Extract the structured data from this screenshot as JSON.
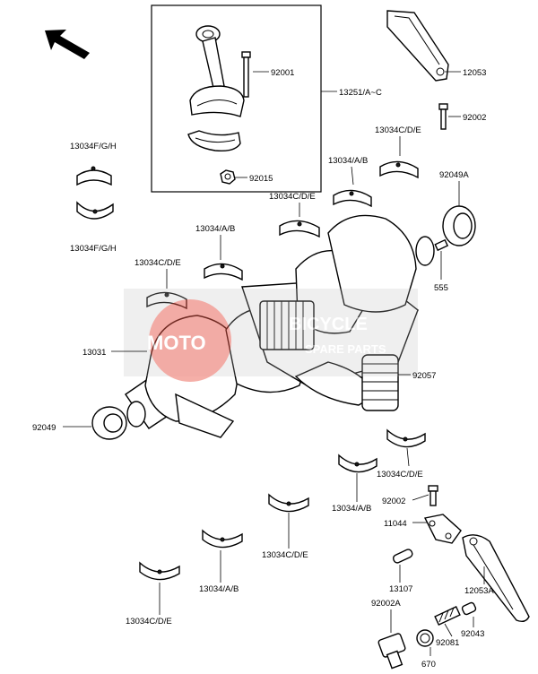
{
  "diagram": {
    "direction_arrow": "arrow-up-left",
    "labels": {
      "p92001": "92001",
      "p13251": "13251/A~C",
      "p92015": "92015",
      "p12053": "12053",
      "p92002_top": "92002",
      "p13034CDE_a": "13034C/D/E",
      "p13034AB_a": "13034/A/B",
      "p92049A": "92049A",
      "p13034FGH_a": "13034F/G/H",
      "p13034FGH_b": "13034F/G/H",
      "p13034CDE_b": "13034C/D/E",
      "p13034AB_b": "13034/A/B",
      "p13034CDE_c": "13034C/D/E",
      "p555": "555",
      "p13031": "13031",
      "p92057": "92057",
      "p92049": "92049",
      "p13034CDE_d": "13034C/D/E",
      "p92002_mid": "92002",
      "p13034AB_c": "13034/A/B",
      "p11044": "11044",
      "p13107": "13107",
      "p12053A": "12053A",
      "p13034CDE_e": "13034C/D/E",
      "p13034AB_d": "13034/A/B",
      "p13034CDE_f": "13034C/D/E",
      "p92002A": "92002A",
      "p92081": "92081",
      "p92043": "92043",
      "p670": "670"
    },
    "watermark": {
      "brand": "MOTO",
      "line1": "BICYCLE",
      "line2": "SPARE PARTS",
      "accent": "#e8483a",
      "tone": "#c9c9c9"
    }
  }
}
